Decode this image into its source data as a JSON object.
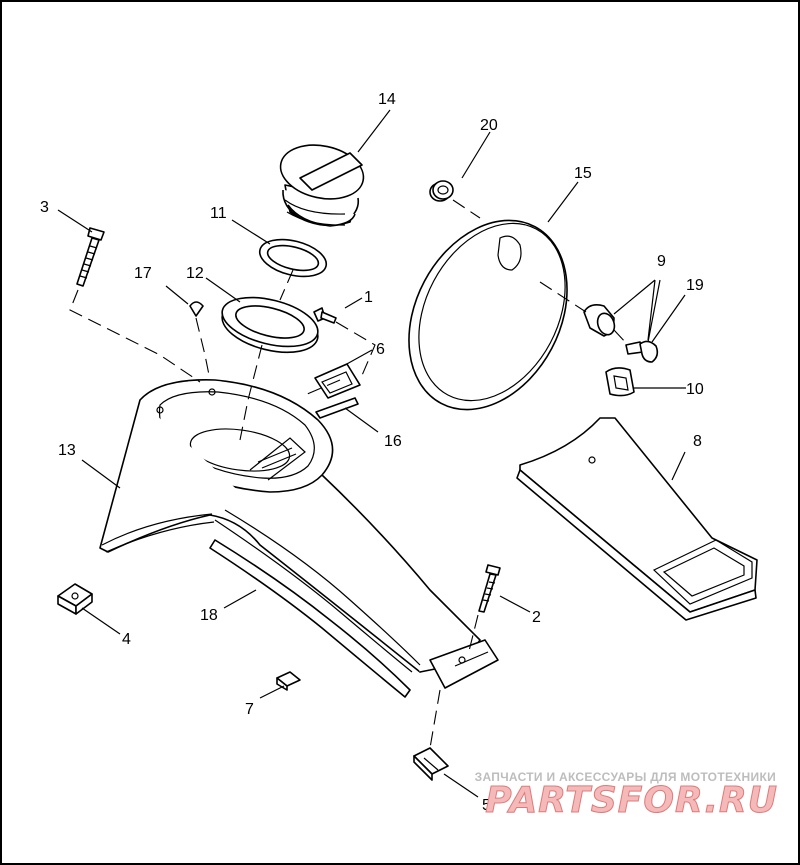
{
  "callouts": {
    "c1": "1",
    "c2": "2",
    "c3": "3",
    "c4": "4",
    "c5": "5",
    "c6": "6",
    "c7": "7",
    "c8": "8",
    "c9": "9",
    "c10": "10",
    "c11": "11",
    "c12": "12",
    "c13": "13",
    "c14": "14",
    "c15": "15",
    "c16": "16",
    "c17": "17",
    "c18": "18",
    "c19": "19",
    "c20": "20"
  },
  "watermark": {
    "tagline": "ЗАПЧАСТИ И АКСЕССУАРЫ ДЛЯ МОТОТЕХНИКИ",
    "brand": "PARTSFOR.RU"
  },
  "colors": {
    "line": "#000000",
    "background": "#ffffff",
    "watermark_brand": "#f4b9b9"
  }
}
